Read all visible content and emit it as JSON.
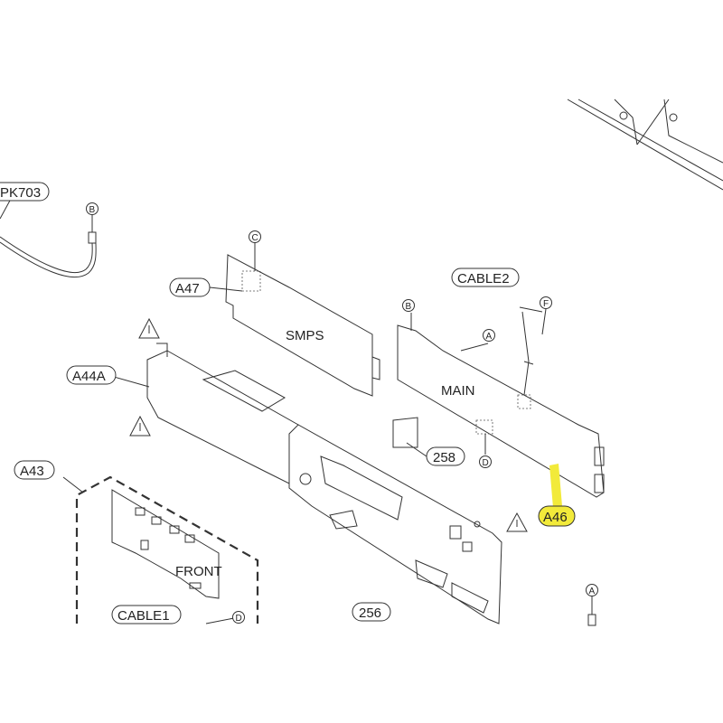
{
  "callouts": {
    "pk703": "PK703",
    "a47": "A47",
    "a44a": "A44A",
    "a43": "A43",
    "cable2": "CABLE2",
    "cable1": "CABLE1",
    "p258": "258",
    "p256": "256",
    "a46": "A46"
  },
  "boards": {
    "smps": "SMPS",
    "main": "MAIN",
    "front": "FRONT"
  },
  "connectors": {
    "b1": "B",
    "c": "C",
    "b2": "B",
    "f": "F",
    "a1": "A",
    "d1": "D",
    "d2": "D",
    "a2": "A"
  },
  "highlight_color": "#f2ea3a"
}
